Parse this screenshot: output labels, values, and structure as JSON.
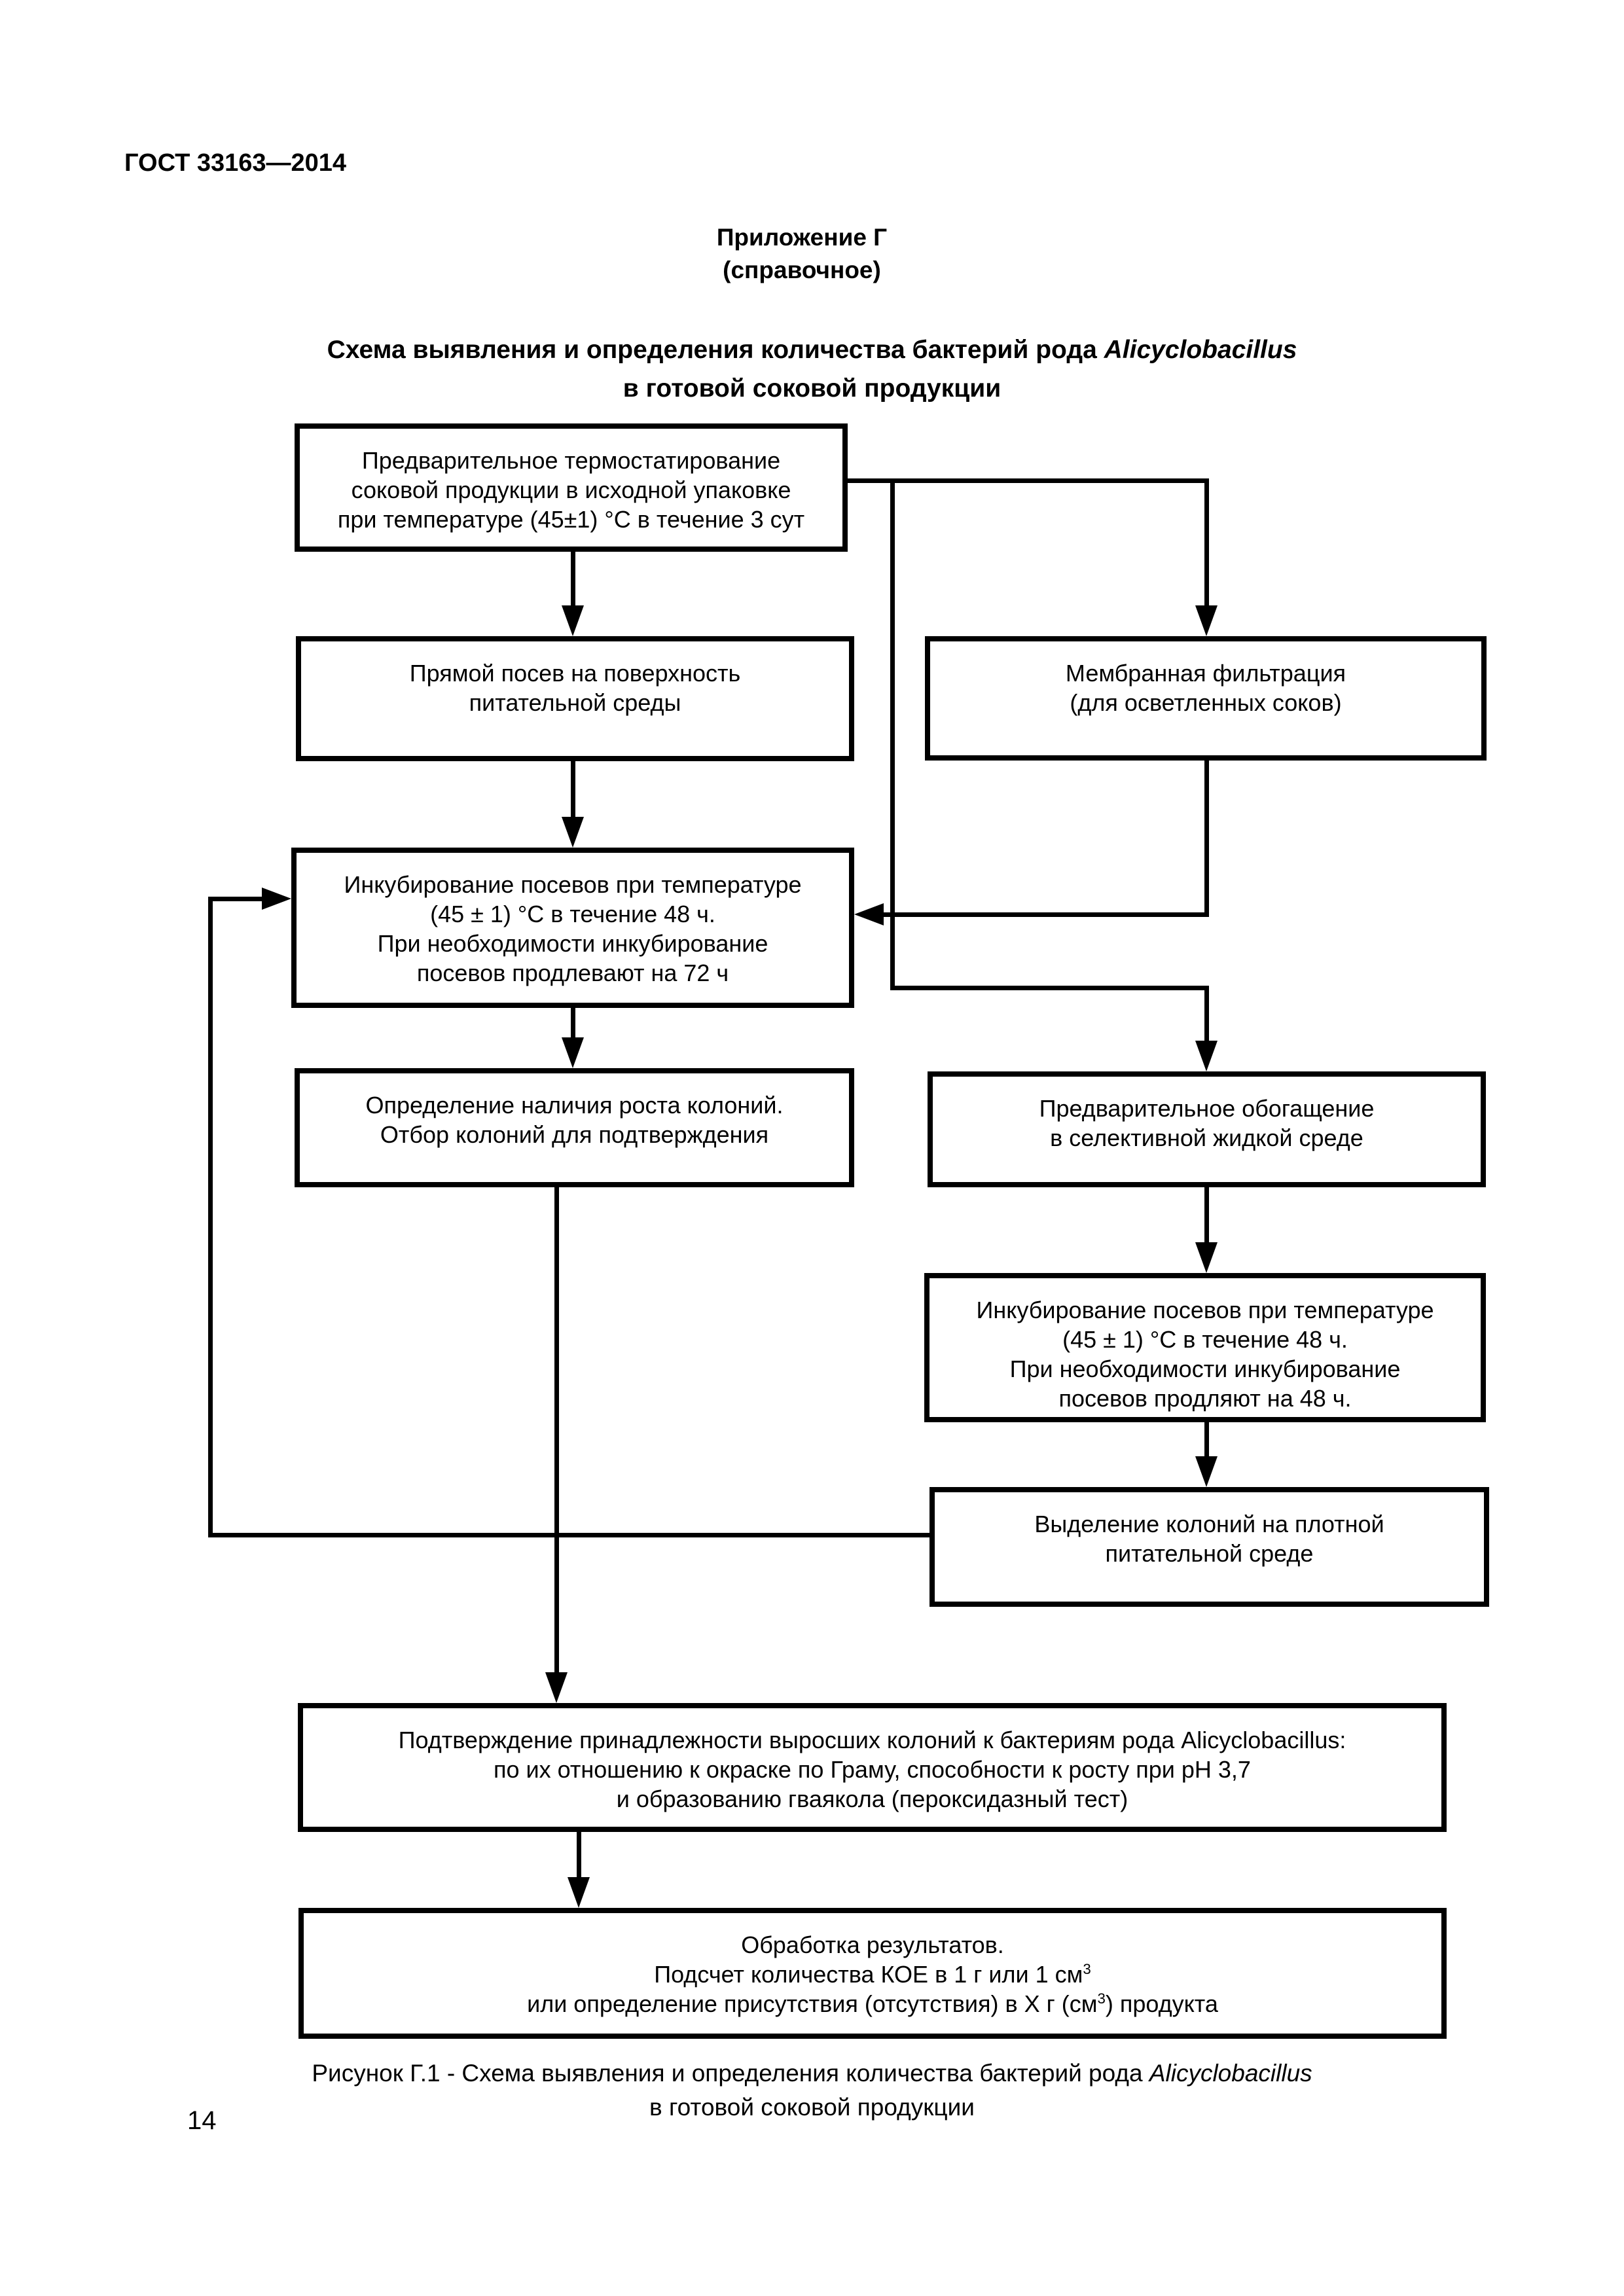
{
  "page": {
    "doc_code": "ГОСТ 33163—2014",
    "page_number": "14",
    "background": "#ffffff",
    "ink": "#000000"
  },
  "appendix": {
    "label": "Приложение Г",
    "note": "(справочное)"
  },
  "title": {
    "lines": [
      [
        {
          "t": "Схема выявления и определения количества бактерий рода "
        },
        {
          "t": "Alicyclobacillus",
          "i": true
        }
      ],
      [
        {
          "t": "в готовой соковой продукции"
        }
      ]
    ]
  },
  "caption": {
    "lines": [
      [
        {
          "t": "Рисунок Г.1 - Схема выявления и определения количества бактерий рода "
        },
        {
          "t": "Alicyclobacillus",
          "i": true
        }
      ],
      [
        {
          "t": "в готовой соковой продукции"
        }
      ]
    ]
  },
  "flowchart": {
    "boxes": [
      {
        "id": "pre-thermostating",
        "lines": [
          [
            {
              "t": "Предварительное термостатирование"
            }
          ],
          [
            {
              "t": "соковой продукции в исходной упаковке"
            }
          ],
          [
            {
              "t": "при температуре (45±1) °С в течение 3 сут"
            }
          ]
        ]
      },
      {
        "id": "direct-plating",
        "lines": [
          [
            {
              "t": "Прямой посев на поверхность"
            }
          ],
          [
            {
              "t": "питательной среды"
            }
          ]
        ]
      },
      {
        "id": "membrane-filtration",
        "lines": [
          [
            {
              "t": "Мембранная фильтрация"
            }
          ],
          [
            {
              "t": "(для осветленных соков)"
            }
          ]
        ]
      },
      {
        "id": "incubation-left",
        "lines": [
          [
            {
              "t": "Инкубирование посевов при температуре"
            }
          ],
          [
            {
              "t": "(45 ± 1) °С в течение 48 ч."
            }
          ],
          [
            {
              "t": "При необходимости инкубирование"
            }
          ],
          [
            {
              "t": "посевов продлевают на 72 ч"
            }
          ]
        ]
      },
      {
        "id": "colony-growth-check",
        "lines": [
          [
            {
              "t": "Определение наличия роста колоний."
            }
          ],
          [
            {
              "t": "Отбор колоний для подтверждения"
            }
          ]
        ]
      },
      {
        "id": "pre-enrichment",
        "lines": [
          [
            {
              "t": "Предварительное обогащение"
            }
          ],
          [
            {
              "t": "в селективной жидкой среде"
            }
          ]
        ]
      },
      {
        "id": "incubation-right",
        "lines": [
          [
            {
              "t": "Инкубирование посевов при температуре"
            }
          ],
          [
            {
              "t": "(45 ± 1) °С в течение 48 ч."
            }
          ],
          [
            {
              "t": "При необходимости инкубирование"
            }
          ],
          [
            {
              "t": "посевов продляют на 48 ч."
            }
          ]
        ]
      },
      {
        "id": "colony-isolation",
        "lines": [
          [
            {
              "t": "Выделение колоний на плотной"
            }
          ],
          [
            {
              "t": "питательной среде"
            }
          ]
        ]
      },
      {
        "id": "confirmation",
        "lines": [
          [
            {
              "t": "Подтверждение принадлежности выросших колоний к бактериям рода Alicyclobacillus:"
            }
          ],
          [
            {
              "t": "по их отношению к окраске по Граму, способности к росту при рН 3,7"
            }
          ],
          [
            {
              "t": "и образованию гваякола (пероксидазный тест)"
            }
          ]
        ]
      },
      {
        "id": "results-processing",
        "lines": [
          [
            {
              "t": "Обработка результатов."
            }
          ],
          [
            {
              "t": "Подсчет количества КОЕ в 1 г или 1 см"
            },
            {
              "t": "3",
              "sup": true
            }
          ],
          [
            {
              "t": "или определение присутствия (отсутствия) в Х г (см"
            },
            {
              "t": "3",
              "sup": true
            },
            {
              "t": ") продукта"
            }
          ]
        ]
      }
    ]
  }
}
